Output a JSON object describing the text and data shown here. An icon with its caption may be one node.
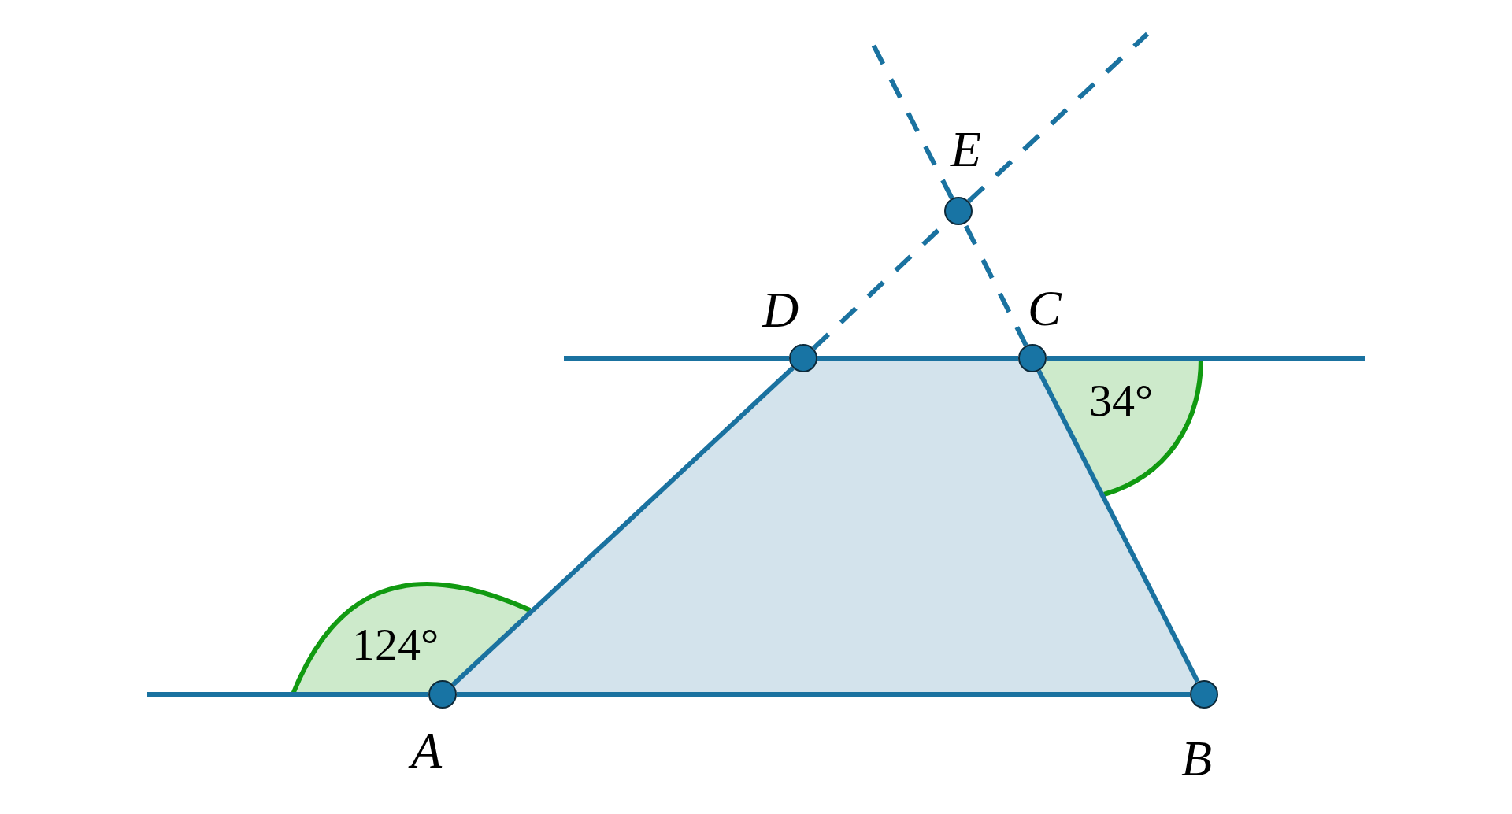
{
  "diagram": {
    "nodes": [
      {
        "text": [],
        "shape": "circle",
        "beside": [
          "E"
        ]
      },
      {
        "text": [],
        "shape": "circle",
        "beside": [
          "D"
        ]
      },
      {
        "text": [],
        "shape": "circle",
        "beside": [
          "C"
        ]
      },
      {
        "text": [],
        "shape": "circle",
        "beside": [
          "A"
        ]
      },
      {
        "text": [],
        "shape": "circle",
        "beside": [
          "B"
        ]
      }
    ],
    "edges": [
      {
        "from": null,
        "to": 3,
        "arrow": "none"
      },
      {
        "from": 3,
        "to": 4,
        "arrow": "none"
      },
      {
        "from": 4,
        "to": 2,
        "arrow": "none"
      },
      {
        "from": 2,
        "to": 1,
        "arrow": "none"
      },
      {
        "from": 1,
        "to": 3,
        "arrow": "none"
      },
      {
        "from": null,
        "to": 1,
        "arrow": "none"
      },
      {
        "from": 2,
        "to": null,
        "arrow": "none"
      },
      {
        "from": 1,
        "to": 0,
        "arrow": "none",
        "style": "dashed"
      },
      {
        "from": 0,
        "to": null,
        "arrow": "none",
        "style": "dashed"
      },
      {
        "from": 2,
        "to": 0,
        "arrow": "none",
        "style": "dashed"
      },
      {
        "from": 0,
        "to": null,
        "arrow": "none",
        "style": "dashed"
      }
    ],
    "labels": [
      "124°",
      "34°"
    ]
  }
}
